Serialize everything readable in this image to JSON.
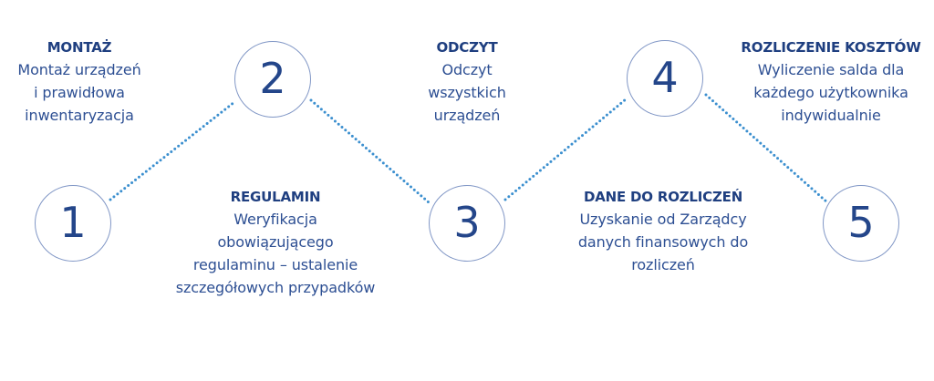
{
  "colors": {
    "text_primary": "#24468a",
    "circle_border": "#8197c6",
    "connector": "#3b8fcf",
    "background": "#ffffff"
  },
  "steps": [
    {
      "number": "1",
      "title": "MONTAŻ",
      "lines": [
        "Montaż urządzeń",
        "i prawidłowa",
        "inwentaryzacja"
      ]
    },
    {
      "number": "2",
      "title": "REGULAMIN",
      "lines": [
        "Weryfikacja",
        "obowiązującego",
        "regulaminu – ustalenie",
        "szczegółowych przypadków"
      ]
    },
    {
      "number": "3",
      "title": "ODCZYT",
      "lines": [
        "Odczyt",
        "wszystkich",
        "urządzeń"
      ]
    },
    {
      "number": "4",
      "title": "DANE DO ROZLICZEŃ",
      "lines": [
        "Uzyskanie od Zarządcy",
        "danych finansowych do",
        "rozliczeń"
      ]
    },
    {
      "number": "5",
      "title": "ROZLICZENIE KOSZTÓW",
      "lines": [
        "Wyliczenie salda dla",
        "każdego użytkownika",
        "indywidualnie"
      ]
    }
  ]
}
